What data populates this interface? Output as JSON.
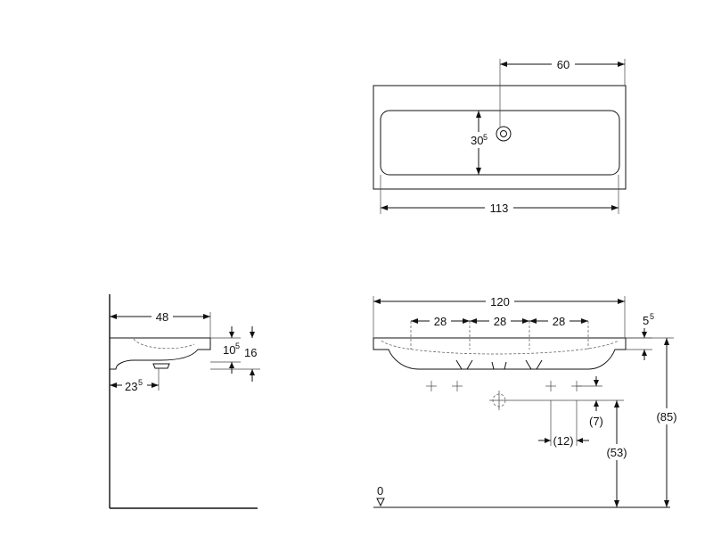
{
  "top_view": {
    "tap_offset": "60",
    "tap_to_bowl": "30",
    "tap_to_bowl_sup": "5",
    "bowl_length": "113"
  },
  "side_view": {
    "depth": "48",
    "basin_thickness": "10",
    "basin_thickness_sup": "5",
    "height": "16",
    "waste_position": "23",
    "waste_position_sup": "5"
  },
  "front_view": {
    "width": "120",
    "bracket_spacing_1": "28",
    "bracket_spacing_2": "28",
    "bracket_spacing_3": "28",
    "rim_thickness": "5",
    "rim_thickness_sup": "5",
    "overall_height": "(85)",
    "waste_height": "(53)",
    "waste_drop": "(7)",
    "waste_offset": "(12)",
    "floor_level": "0"
  }
}
